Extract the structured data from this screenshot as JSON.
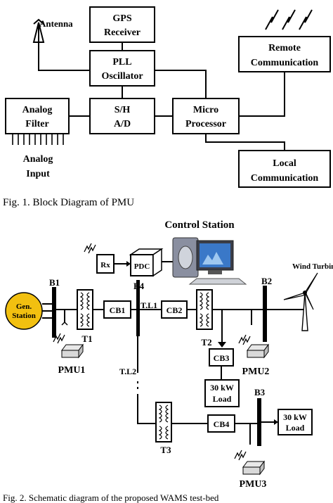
{
  "figure1": {
    "gps_line1": "GPS",
    "gps_line2": "Receiver",
    "antenna": "Antenna",
    "pll_line1": "PLL",
    "pll_line2": "Oscillator",
    "filter_line1": "Analog",
    "filter_line2": "Filter",
    "sh_line1": "S/H",
    "sh_line2": "A/D",
    "micro_line1": "Micro",
    "micro_line2": "Processor",
    "remote_line1": "Remote",
    "remote_line2": "Communication",
    "local_line1": "Local",
    "local_line2": "Communication",
    "input_line1": "Analog",
    "input_line2": "Input",
    "caption": "Fig. 1. Block Diagram of PMU"
  },
  "figure2": {
    "control_station": "Control Station",
    "rx": "Rx",
    "pdc": "PDC",
    "wind_turbine": "Wind Turbine",
    "gen_line1": "Gen.",
    "gen_line2": "Station",
    "b1": "B1",
    "b2": "B2",
    "b3": "B3",
    "b4": "B4",
    "t1": "T1",
    "t2": "T2",
    "t3": "T3",
    "cb1": "CB1",
    "cb2": "CB2",
    "cb3": "CB3",
    "cb4": "CB4",
    "tl1": "T.L1",
    "tl2": "T.L2",
    "pmu1": "PMU1",
    "pmu2": "PMU2",
    "pmu3": "PMU3",
    "load_a_line1": "30 kW",
    "load_a_line2": "Load",
    "load_b_line1": "30 kW",
    "load_b_line2": "Load",
    "caption": "Fig. 2. Schematic diagram of the proposed WAMS test-bed"
  }
}
